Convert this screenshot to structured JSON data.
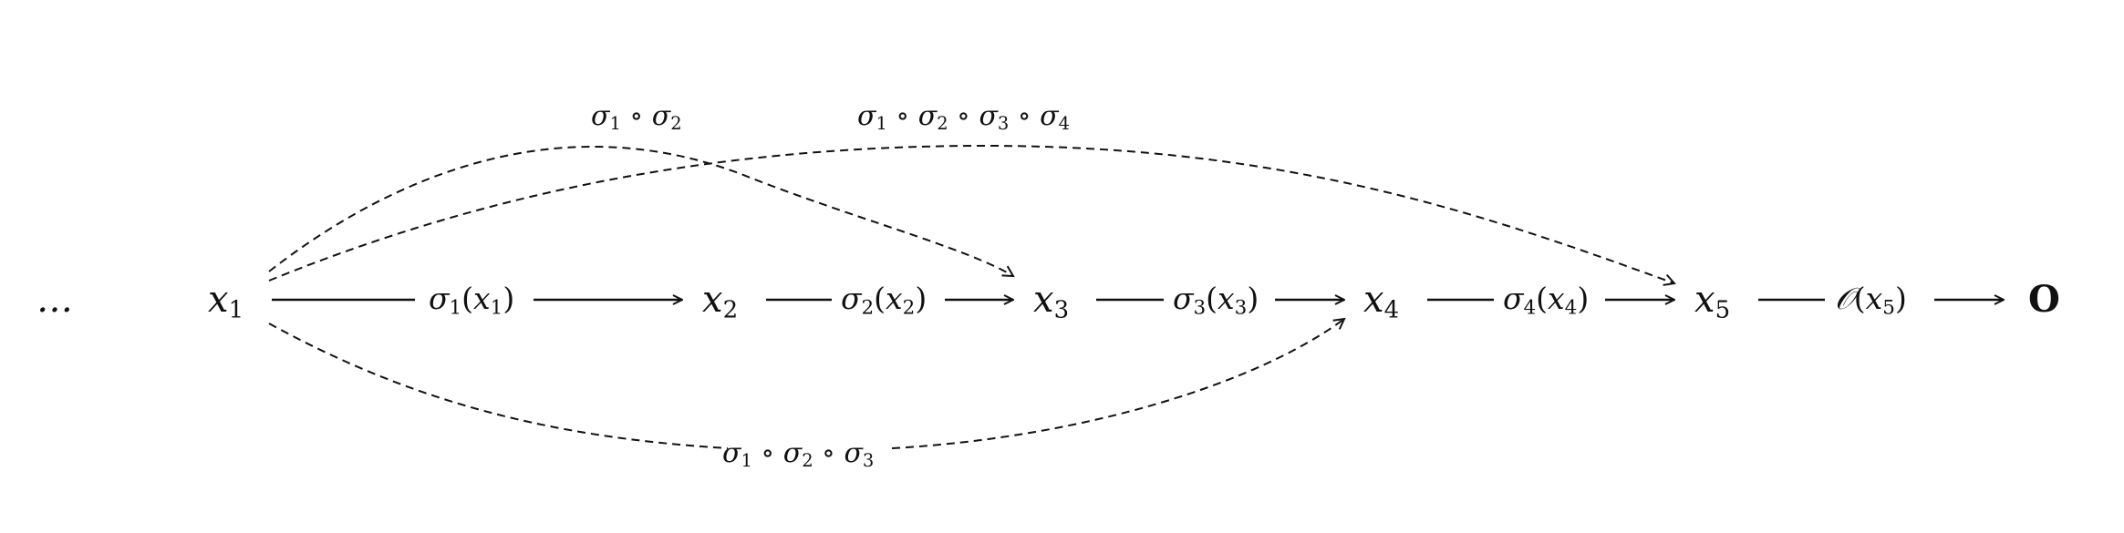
{
  "nodes": [
    {
      "id": "dots",
      "text": "…"
    },
    {
      "id": "x1",
      "base": "x",
      "sub": "1"
    },
    {
      "id": "x2",
      "base": "x",
      "sub": "2"
    },
    {
      "id": "x3",
      "base": "x",
      "sub": "3"
    },
    {
      "id": "x4",
      "base": "x",
      "sub": "4"
    },
    {
      "id": "x5",
      "base": "x",
      "sub": "5"
    },
    {
      "id": "O",
      "text": "O"
    }
  ],
  "edges": [
    {
      "from": "x1",
      "to": "x2",
      "label": {
        "fn": "σ",
        "fn_sub": "1",
        "arg": "x",
        "arg_sub": "1"
      }
    },
    {
      "from": "x2",
      "to": "x3",
      "label": {
        "fn": "σ",
        "fn_sub": "2",
        "arg": "x",
        "arg_sub": "2"
      }
    },
    {
      "from": "x3",
      "to": "x4",
      "label": {
        "fn": "σ",
        "fn_sub": "3",
        "arg": "x",
        "arg_sub": "3"
      }
    },
    {
      "from": "x4",
      "to": "x5",
      "label": {
        "fn": "σ",
        "fn_sub": "4",
        "arg": "x",
        "arg_sub": "4"
      }
    },
    {
      "from": "x5",
      "to": "O",
      "label": {
        "fn": "𝒪",
        "fn_sub": "",
        "arg": "x",
        "arg_sub": "5"
      }
    }
  ],
  "compositions": [
    {
      "from": "x1",
      "to": "x3",
      "style": "dashed",
      "terms": [
        "1",
        "2"
      ]
    },
    {
      "from": "x1",
      "to": "x5",
      "style": "dashed",
      "terms": [
        "1",
        "2",
        "3",
        "4"
      ]
    },
    {
      "from": "x1",
      "to": "x4",
      "style": "dashed",
      "terms": [
        "1",
        "2",
        "3"
      ]
    }
  ],
  "symbols": {
    "sigma": "σ",
    "compose": "∘"
  }
}
